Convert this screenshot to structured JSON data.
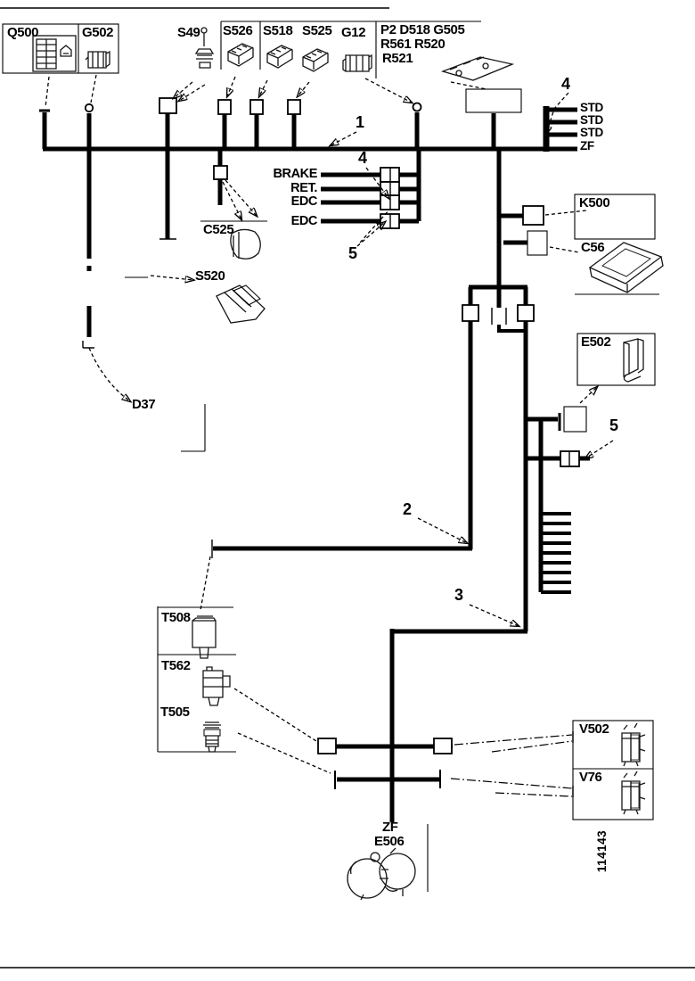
{
  "colors": {
    "ink": "#000000",
    "paper": "#ffffff"
  },
  "components": {
    "q500": "Q500",
    "g502": "G502",
    "s49": "S49",
    "s526": "S526",
    "s518": "S518",
    "s525": "S525",
    "g12": "G12",
    "p2_group_line1": "P2 D518 G505",
    "p2_group_line2": "R561 R520",
    "p2_group_line3": "R521",
    "c525": "C525",
    "s520": "S520",
    "d37": "D37",
    "k500": "K500",
    "c56": "C56",
    "e502": "E502",
    "t508": "T508",
    "t562": "T562",
    "t505": "T505",
    "v502": "V502",
    "v76": "V76",
    "e506": "E506"
  },
  "terminals": {
    "std_1": "STD",
    "std_2": "STD",
    "std_3": "STD",
    "zf_top": "ZF",
    "zf_bottom": "ZF"
  },
  "wire_labels": {
    "brake": "BRAKE",
    "ret": "RET.",
    "edc_1": "EDC",
    "edc_2": "EDC"
  },
  "callouts": {
    "harness_1": "1",
    "harness_2": "2",
    "harness_3": "3",
    "connector_4_std": "4",
    "connector_4_brake": "4",
    "connector_5_brake": "5",
    "connector_5_right": "5"
  },
  "doc_number": "114143"
}
